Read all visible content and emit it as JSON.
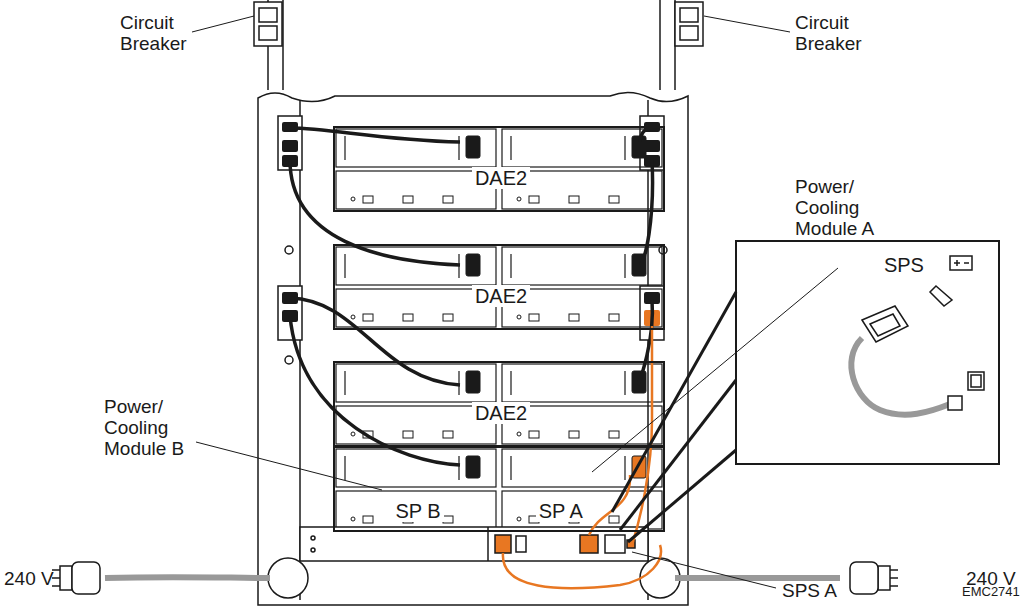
{
  "diagram": {
    "nodes": [
      {
        "text": [
          "DAE2"
        ]
      },
      {
        "text": [
          "DAE2"
        ]
      },
      {
        "text": [
          "DAE2"
        ]
      },
      {
        "text": [
          "SP B",
          "SP A"
        ]
      },
      {
        "text": [
          "SPS"
        ]
      }
    ],
    "labels": [
      "Circuit Breaker",
      "Circuit Breaker",
      "Power/ Cooling Module A",
      "Power/ Cooling Module B",
      "240 V",
      "240 V",
      "SPS A",
      "EMC2741"
    ]
  }
}
